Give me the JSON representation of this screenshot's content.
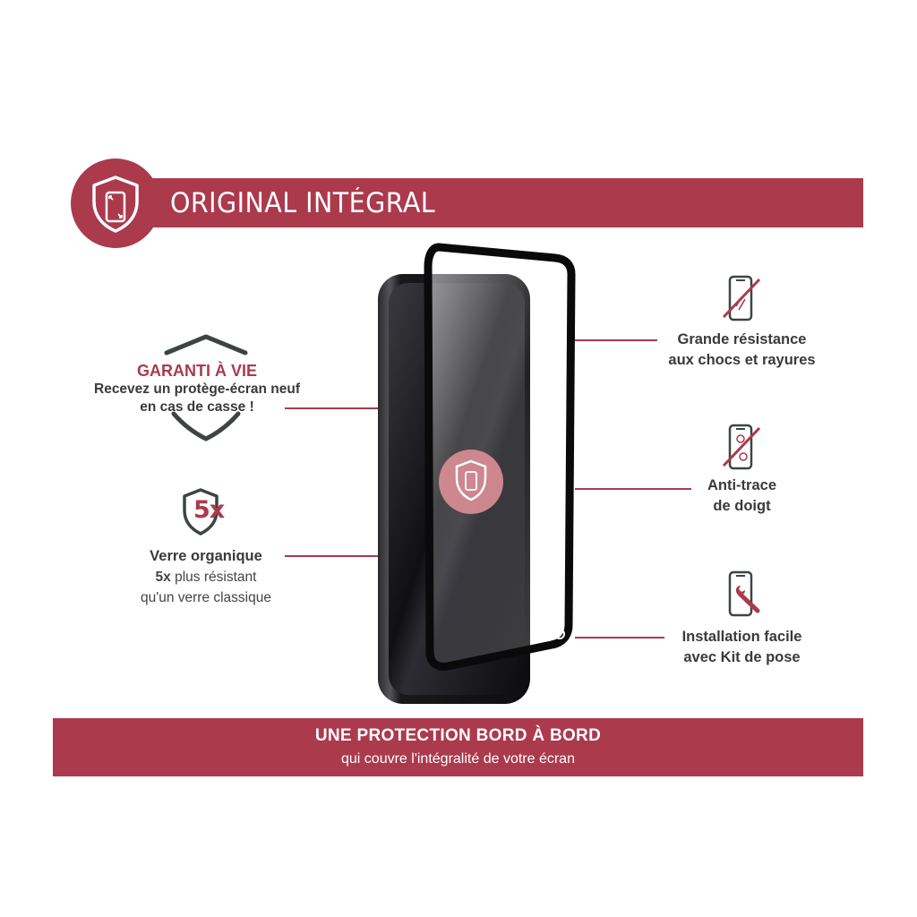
{
  "colors": {
    "accent": "#ab3a4d",
    "dark_shield": "#3d4540",
    "phone_dark": "#1a1a1c"
  },
  "header": {
    "title": "ORIGINAL INTÉGRAL",
    "icon": "shield-phone-icon"
  },
  "left_features": {
    "guarantee": {
      "title": "GARANTI À VIE",
      "line1": "Recevez un protège-écran neuf",
      "line2": "en cas de casse !",
      "icon": "shield-outline-icon"
    },
    "organic": {
      "badge": "5x",
      "title": "Verre organique",
      "line2_bold": "5x",
      "line2_rest": " plus résistant",
      "line3": "qu'un verre classique",
      "icon": "shield-5x-icon"
    }
  },
  "right_features": [
    {
      "line1": "Grande résistance",
      "line2": "aux chocs et rayures",
      "icon": "phone-scratch-icon"
    },
    {
      "line1": "Anti-trace",
      "line2": "de doigt",
      "icon": "phone-fingerprint-icon"
    },
    {
      "line1": "Installation facile",
      "line2": "avec Kit de pose",
      "icon": "phone-wrench-icon"
    }
  ],
  "footer": {
    "title": "UNE PROTECTION BORD À BORD",
    "subtitle": "qui couvre l'intégralité de votre écran"
  }
}
